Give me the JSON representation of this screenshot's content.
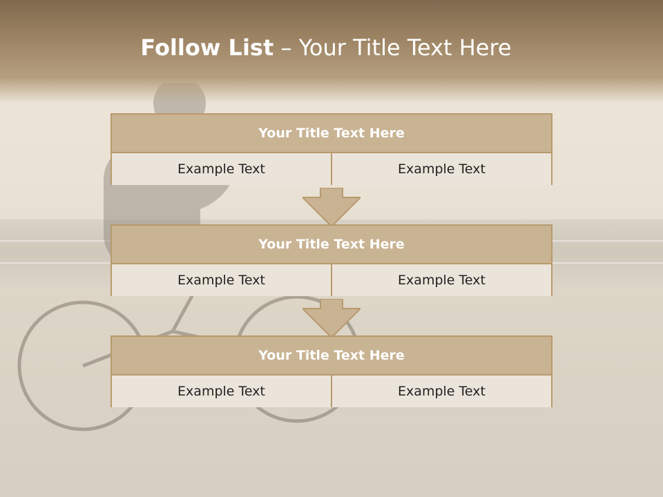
{
  "slide": {
    "title_bold": "Follow List",
    "title_rest": "– Your Title Text Here"
  },
  "flow": [
    {
      "title": "Your Title Text Here",
      "left": "Example Text",
      "right": "Example Text"
    },
    {
      "title": "Your Title Text Here",
      "left": "Example Text",
      "right": "Example Text"
    },
    {
      "title": "Your Title Text Here",
      "left": "Example Text",
      "right": "Example Text"
    }
  ],
  "colors": {
    "header": "#9b8262",
    "panel_title_fill": "#c8b393",
    "panel_border": "#b89a6e",
    "cell_fill": "#ebe4da",
    "arrow_fill": "#c8b393"
  }
}
